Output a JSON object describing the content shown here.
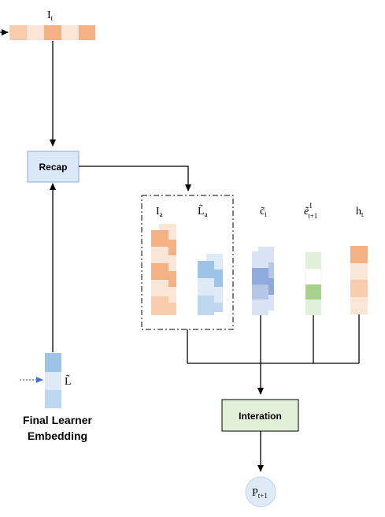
{
  "labels": {
    "I": "I",
    "I_sub": "t",
    "recap": "Recap",
    "Ia": "I",
    "Ia_sub": "a",
    "La": "L̃",
    "La_sub": "a",
    "c": "c̃",
    "c_sub": "i",
    "e": "ẽ",
    "e_sup": "I",
    "e_sub": "t+1",
    "h": "h",
    "h_sub": "t",
    "L": "L̃",
    "caption_line1": "Final Learner",
    "caption_line2": "Embedding",
    "interaction": "Interation",
    "P": "P",
    "P_sub": "t+1"
  },
  "colors": {
    "orange_dark": "#f4b183",
    "orange_mid": "#f8cbad",
    "orange_light": "#fbe5d6",
    "blue_dark": "#9dc3e6",
    "blue_mid": "#bdd7ee",
    "blue_light": "#deebf7",
    "purple_dark": "#8faadc",
    "purple_mid": "#b4c7e7",
    "purple_light": "#dae3f3",
    "green_dark": "#a9d18e",
    "green_light": "#e2f0d9",
    "node_fill_blue": "#dae8f7",
    "node_fill_green": "#e2f0d9",
    "circle_fill": "#deebf7"
  }
}
